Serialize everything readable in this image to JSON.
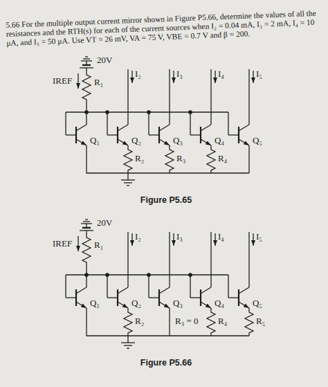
{
  "diagram": {
    "labels": [
      "5.66 For the multiple output current mirror shown in Figure P5.66, determine the values of all the resistances and the RTH(s) for each of the current sources when I₂ = 0.04 mA, I₃ = 2 mA, I₄ = 10 μA, and I₅ = 50 μA. Use VT = 26 mV, VA = 75 V, VBE = 0.7 V and β = 200.",
      "20V",
      "IREF",
      "R₁",
      "I₂",
      "I₃",
      "I₄",
      "I₅",
      "Q₁",
      "Q₂",
      "Q₃",
      "Q₄",
      "Q₅",
      "R₂",
      "R₃",
      "R₄",
      "Figure P5.65",
      "20V",
      "IREF",
      "R₁",
      "I₂",
      "I₃",
      "I₄",
      "I₅",
      "Q₁",
      "Q₂",
      "Q₃",
      "Q₄",
      "Q₅",
      "R₂",
      "R₃ = 0",
      "R₄",
      "R₅",
      "Figure P5.66"
    ]
  }
}
